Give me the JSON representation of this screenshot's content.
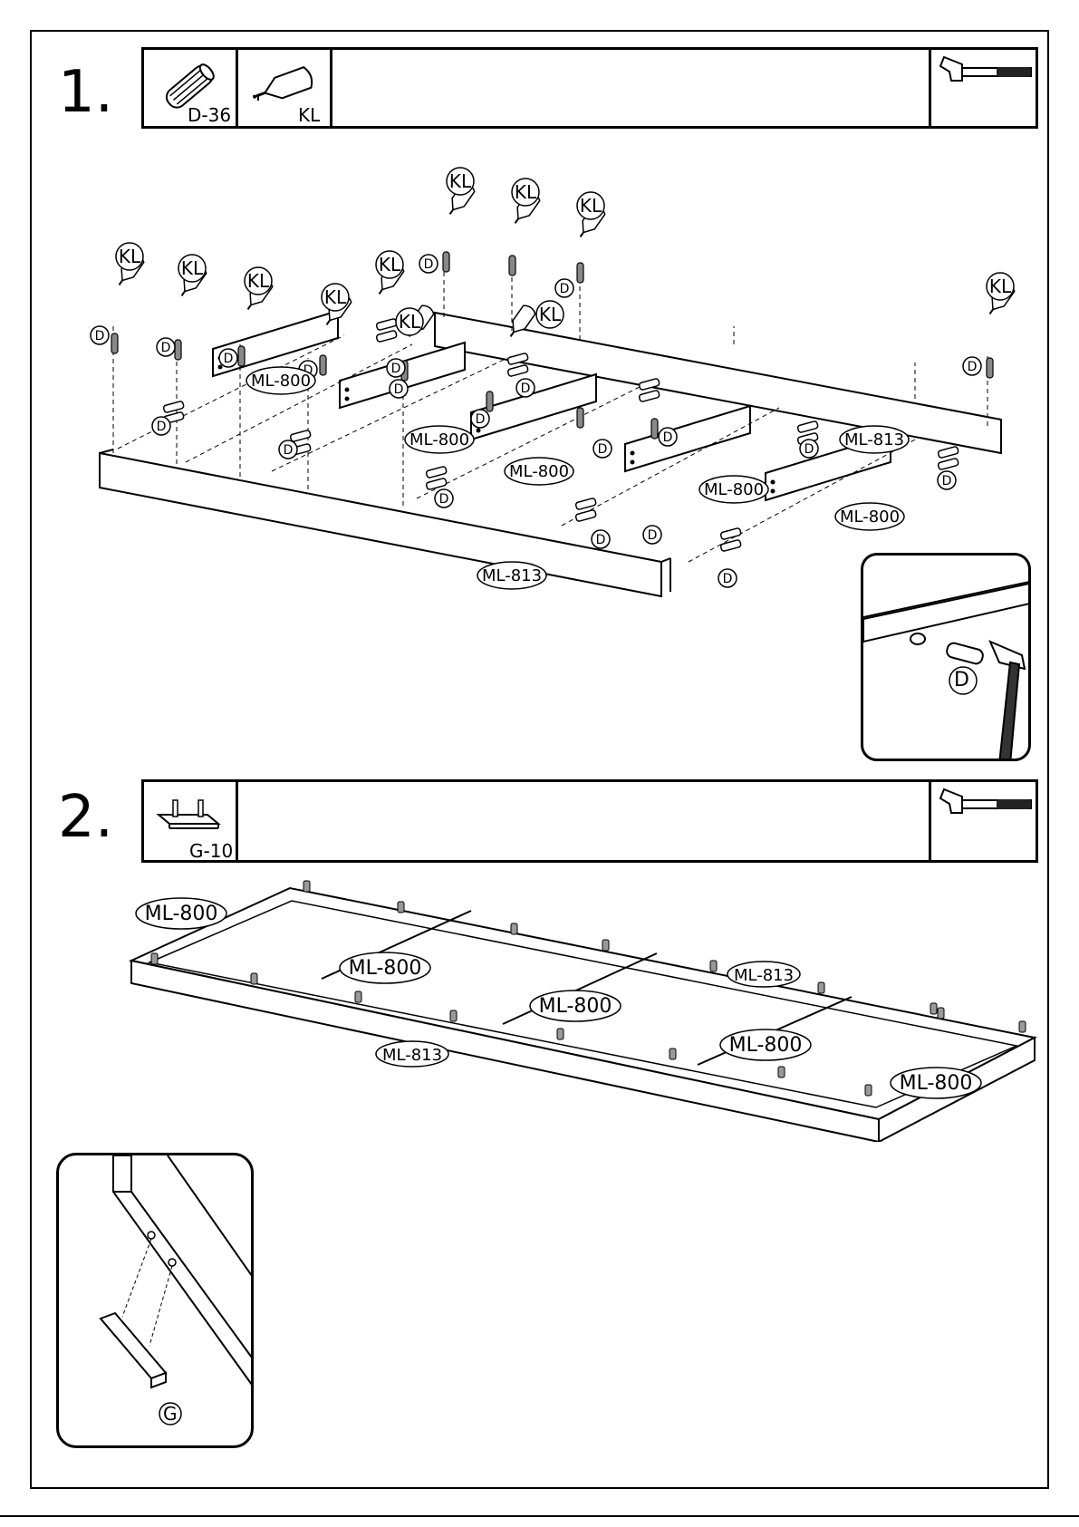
{
  "step1": {
    "number": "1.",
    "parts": [
      {
        "icon": "dowel-icon",
        "label": "D-36"
      },
      {
        "icon": "glue-bottle-icon",
        "label": "KL"
      }
    ],
    "tool_icon": "hammer-icon",
    "labels": {
      "glue": "KL",
      "dowel": "D",
      "long_rail": "ML-813",
      "slat": "ML-800"
    },
    "detail": {
      "label": "D",
      "tool_icon": "hammer-icon"
    }
  },
  "step2": {
    "number": "2.",
    "parts": [
      {
        "icon": "bracket-icon",
        "label": "G-10"
      }
    ],
    "tool_icon": "hammer-icon",
    "labels": {
      "long_rail": "ML-813",
      "slat": "ML-800"
    },
    "detail": {
      "label": "G"
    }
  }
}
